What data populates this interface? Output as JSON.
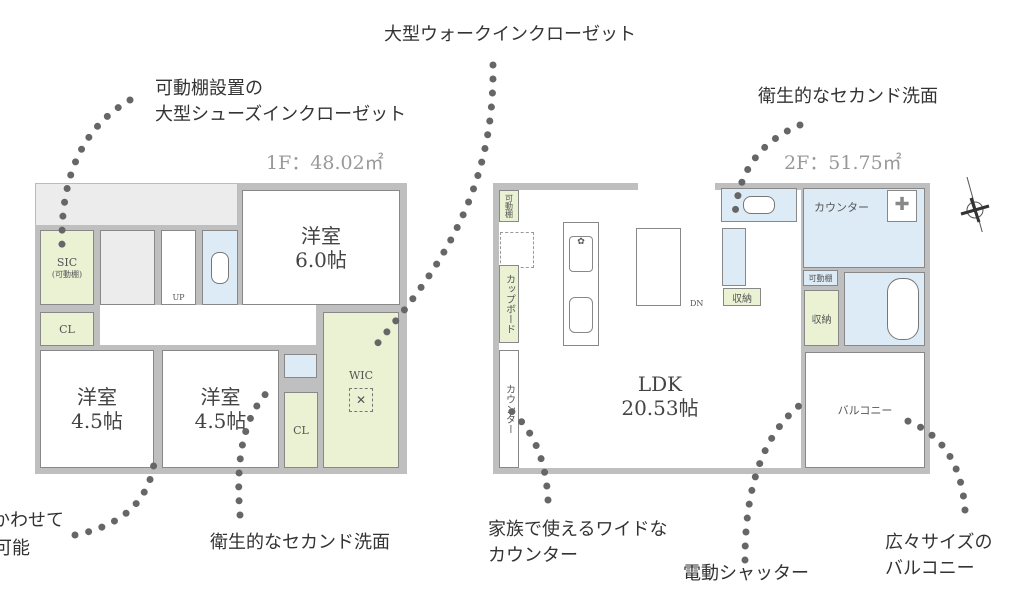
{
  "callouts": {
    "wic": "大型ウォークインクローゼット",
    "sic_line1": "可動棚設置の",
    "sic_line2": "大型シューズインクローゼット",
    "washbasin_2f": "衛生的なセカンド洗面",
    "washbasin_1f": "衛生的なセカンド洗面",
    "partition_line1": "かわせて",
    "partition_line2": "可能",
    "counter_line1": "家族で使えるワイドな",
    "counter_line2": "カウンター",
    "shutter": "電動シャッター",
    "balcony_line1": "広々サイズの",
    "balcony_line2": "バルコニー"
  },
  "floor1": {
    "area": "1F：48.02㎡",
    "rooms": {
      "western_6": {
        "name": "洋室",
        "size": "6.0帖"
      },
      "western_45_left": {
        "name": "洋室",
        "size": "4.5帖"
      },
      "western_45_right": {
        "name": "洋室",
        "size": "4.5帖"
      },
      "sic": {
        "name": "SIC",
        "note": "(可動棚)"
      },
      "cl_left": "CL",
      "cl_right": "CL",
      "wic": "WIC",
      "stairs": "UP"
    }
  },
  "floor2": {
    "area": "2F：51.75㎡",
    "rooms": {
      "ldk": {
        "name": "LDK",
        "size": "20.53帖"
      },
      "shelf_left": "可動棚",
      "cupboard": "カップボード",
      "counter_left": "カウンター",
      "counter_wash": "カウンター",
      "shelf_wash": "可動棚",
      "storage_stair": "収納",
      "storage_wash": "収納",
      "balcony": "バルコニー",
      "stairs": "DN"
    }
  },
  "colors": {
    "storage": "#eaf2d3",
    "wet": "#dcebf5",
    "wall": "#bfbfbf",
    "dots": "#666666"
  }
}
